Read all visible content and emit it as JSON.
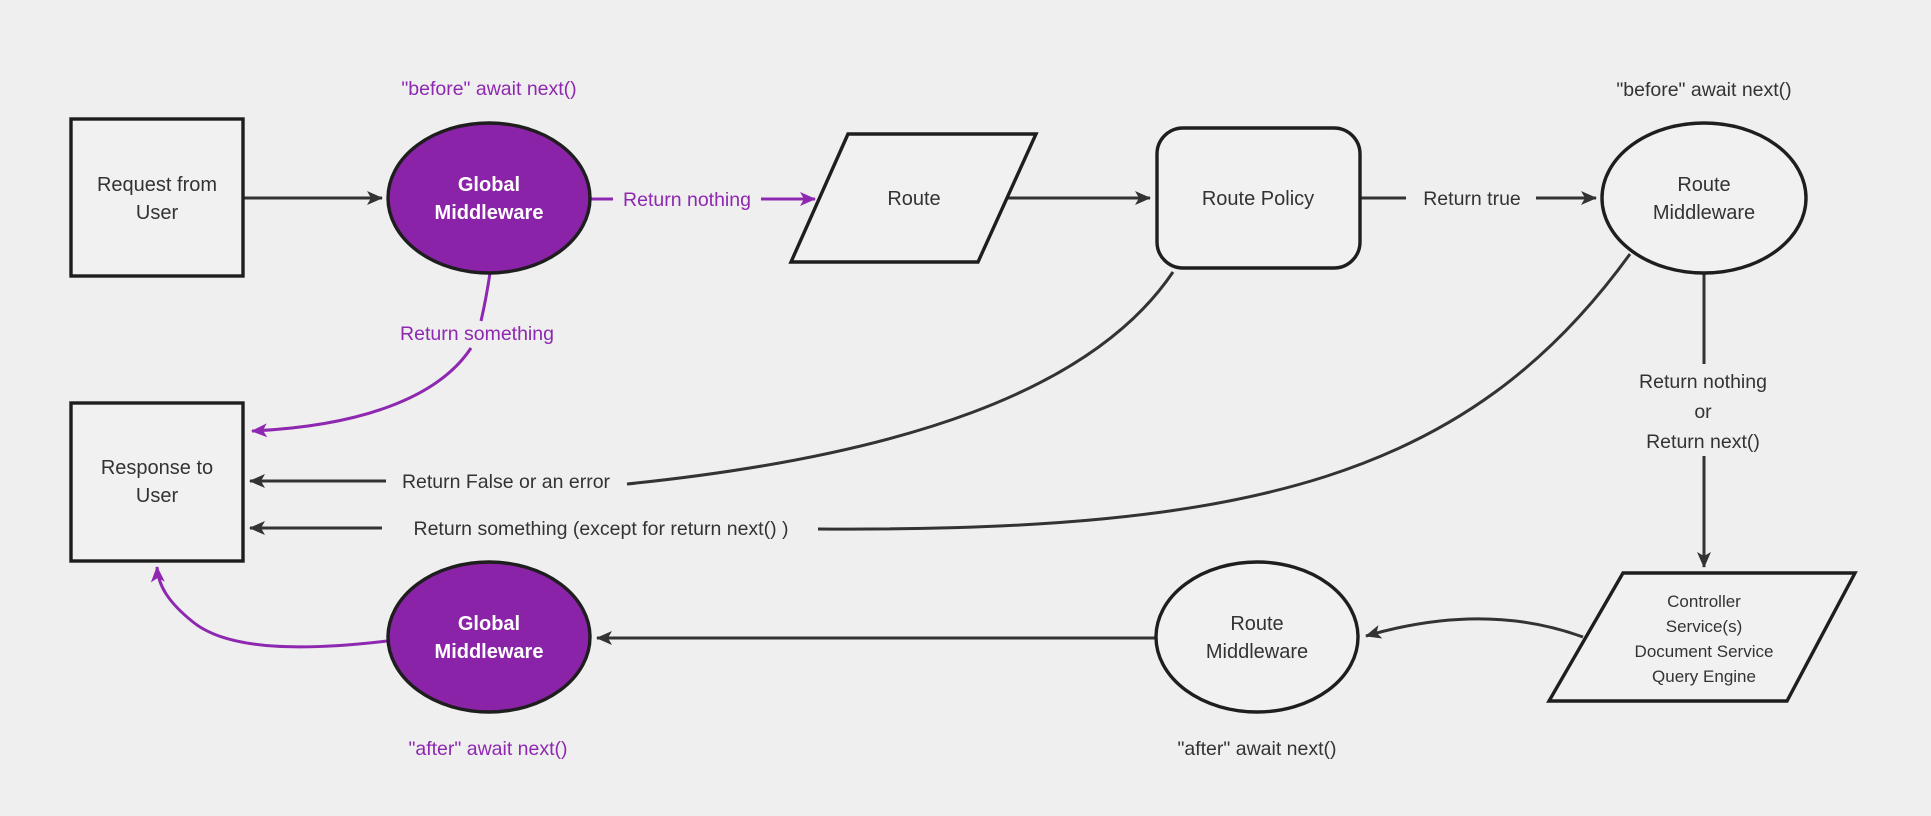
{
  "diagram_title": "Request and response lifecycle middleware flow",
  "colors": {
    "background": "#efefef",
    "node_fill": "#f1f1f1",
    "node_stroke": "#1e1e1e",
    "edge_stroke": "#333333",
    "purple_fill": "#8a23a8",
    "purple_accent": "#8e28b0",
    "text_dark": "#333333",
    "text_light": "#ffffff"
  },
  "nodes": {
    "request": {
      "line1": "Request from",
      "line2": "User"
    },
    "global_middleware_top": {
      "line1": "Global",
      "line2": "Middleware"
    },
    "route": {
      "label": "Route"
    },
    "route_policy": {
      "label": "Route Policy"
    },
    "route_middleware_top": {
      "line1": "Route",
      "line2": "Middleware"
    },
    "controller_services": {
      "line1": "Controller",
      "line2": "Service(s)",
      "line3": "Document Service",
      "line4": "Query Engine"
    },
    "route_middleware_bottom": {
      "line1": "Route",
      "line2": "Middleware"
    },
    "global_middleware_bottom": {
      "line1": "Global",
      "line2": "Middleware"
    },
    "response": {
      "line1": "Response to",
      "line2": "User"
    }
  },
  "labels": {
    "before_await_global": "\"before\" await next()",
    "before_await_route": "\"before\" await next()",
    "return_nothing": "Return nothing",
    "return_true": "Return true",
    "return_something": "Return something",
    "return_false_or_error": "Return False or an error",
    "return_something_except": "Return something (except for return next() )",
    "return_block_line1": "Return nothing",
    "return_block_line2": "or",
    "return_block_line3": "Return next()",
    "after_await_route": "\"after\" await next()",
    "after_await_global": "\"after\" await next()"
  }
}
